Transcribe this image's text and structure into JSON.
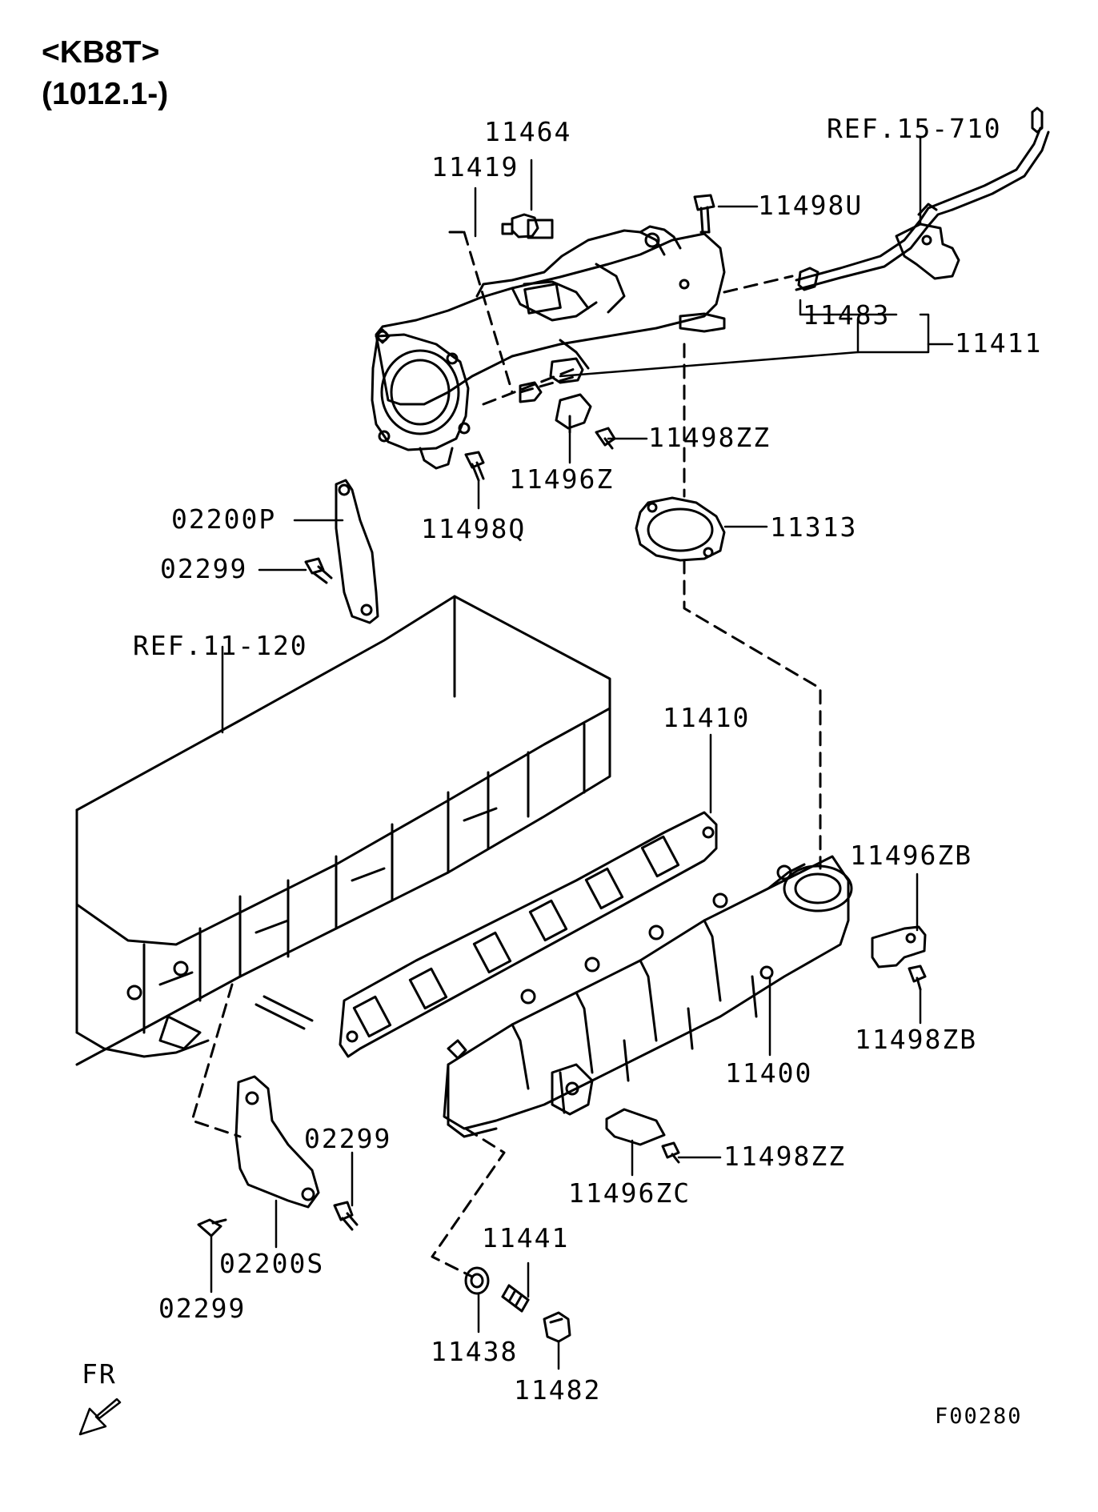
{
  "header": {
    "model": "<KB8T>",
    "range": "(1012.1-)"
  },
  "labels": {
    "p11464": "11464",
    "p11419": "11419",
    "ref_15_710": "REF.15-710",
    "p11498U": "11498U",
    "p11483": "11483",
    "p11411": "11411",
    "p11498ZZ_top": "11498ZZ",
    "p11496Z": "11496Z",
    "p11498Q": "11498Q",
    "p02200P": "02200P",
    "p02299_top": "02299",
    "p11313": "11313",
    "ref_11_120": "REF.11-120",
    "p11410": "11410",
    "p11496ZB": "11496ZB",
    "p11498ZB": "11498ZB",
    "p11400": "11400",
    "p02299_mid": "02299",
    "p11498ZZ_bottom": "11498ZZ",
    "p11496ZC": "11496ZC",
    "p02200S": "02200S",
    "p02299_bottom": "02299",
    "p11441": "11441",
    "p11438": "11438",
    "p11482": "11482",
    "front": "FR",
    "figure_code": "F00280"
  },
  "colors": {
    "line": "#000000",
    "background": "#ffffff"
  }
}
